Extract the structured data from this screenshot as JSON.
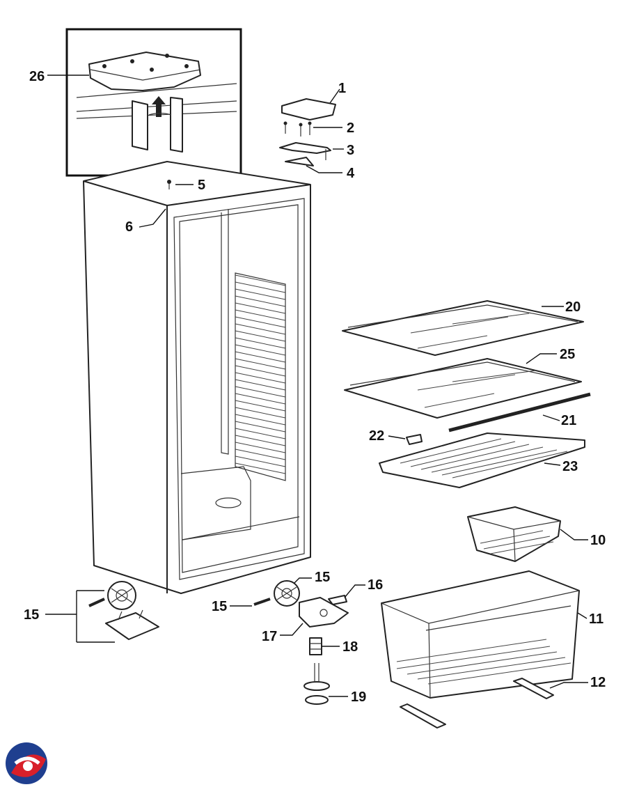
{
  "labels": {
    "l1": "1",
    "l2": "2",
    "l3": "3",
    "l4": "4",
    "l5": "5",
    "l6": "6",
    "l10": "10",
    "l11": "11",
    "l12": "12",
    "l15a": "15",
    "l15b": "15",
    "l15c": "15",
    "l16": "16",
    "l17": "17",
    "l18": "18",
    "l19": "19",
    "l20": "20",
    "l21": "21",
    "l22": "22",
    "l23": "23",
    "l25": "25",
    "l26": "26"
  },
  "colors": {
    "line": "#222222",
    "logo_blue": "#1f3f8f",
    "logo_red": "#d8202a"
  },
  "icons": {
    "logo": "brand-logo-icon",
    "arrow": "up-arrow-icon"
  }
}
